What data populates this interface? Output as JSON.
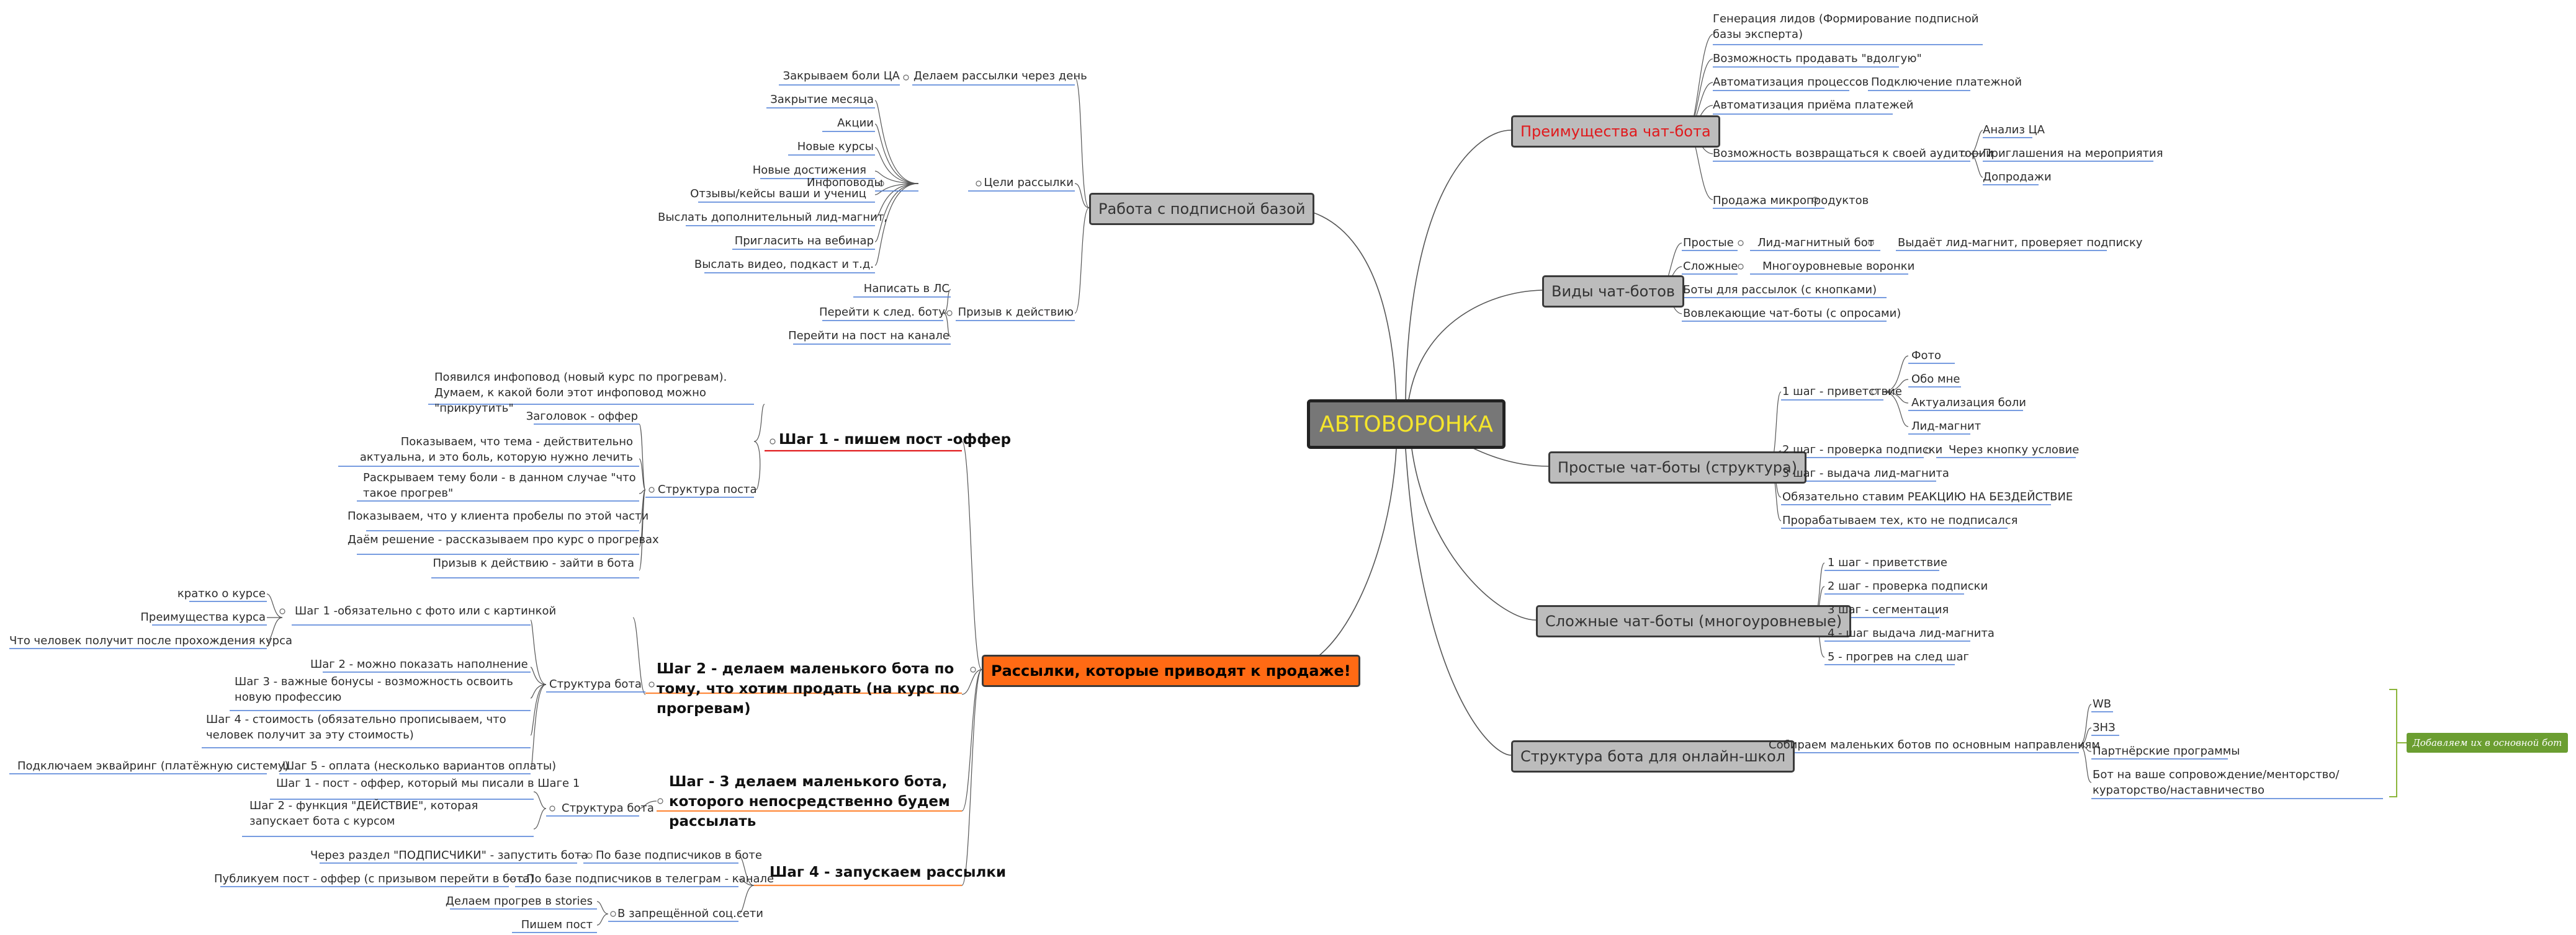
{
  "root": "АВТОВОРОНКА",
  "right": {
    "adv": {
      "title": "Преимущества чат-бота",
      "items": [
        "Генерация лидов (Формирование подписной базы эксперта)",
        "Возможность продавать \"вдолгую\"",
        "Автоматизация процессов",
        "Подключение платежной",
        "Автоматизация приёма платежей",
        "Возможность возвращаться к своей аудитории",
        "Анализ ЦА",
        "Приглашения на мероприятия",
        "Допродажи",
        "Продажа микропродуктов"
      ]
    },
    "kinds": {
      "title": "Виды чат-ботов",
      "items": [
        "Простые",
        "Лид-магнитный бот",
        "Выдаёт лид-магнит, проверяет подписку",
        "Сложные",
        "Многоуровневые воронки",
        "Боты для рассылок (с кнопками)",
        "Вовлекающие чат-боты (с опросами)"
      ]
    },
    "simple": {
      "title": "Простые чат-боты (структура)",
      "items": [
        "1 шаг - приветствие",
        "Фото",
        "Обо мне",
        "Актуализация боли",
        "Лид-магнит",
        "2 шаг - проверка подписки",
        "Через кнопку условие",
        "3 шаг - выдача лид-магнита",
        "Обязательно ставим РЕАКЦИЮ НА БЕЗДЕЙСТВИЕ",
        "Прорабатываем тех, кто не подписался"
      ]
    },
    "complex": {
      "title": "Сложные чат-боты (многоуровневые)",
      "items": [
        "1 шаг - приветствие",
        "2 шаг - проверка подписки",
        "3 шаг - сегментация",
        "4 - шаг выдача лид-магнита",
        "5 - прогрев на след шаг"
      ]
    },
    "school": {
      "title": "Структура бота для онлайн-школ",
      "items": [
        "Собираем маленьких ботов по основным направлениям",
        "WB",
        "ЗНЗ",
        "Партнёрские программы",
        "Бот на ваше сопровождение/менторство/кураторство/наставничество"
      ],
      "tag": "Добавляем их в основной бот"
    }
  },
  "left": {
    "base": {
      "title": "Работа с подписной базой",
      "items": [
        "Делаем рассылки через день",
        "Закрываем боли ЦА",
        "Цели рассылки",
        "Инфоповоды",
        "Закрытие месяца",
        "Акции",
        "Новые курсы",
        "Новые достижения",
        "Отзывы/кейсы ваши и учениц",
        "Выслать дополнительный лид-магнит,",
        "Пригласить на вебинар",
        "Выслать видео, подкаст и т.д.",
        "Призыв к действию",
        "Написать в ЛС",
        "Перейти к след. боту",
        "Перейти на пост на канале"
      ]
    },
    "sales": {
      "title": "Рассылки, которые приводят к продаже!",
      "step1": {
        "title": "Шаг 1 - пишем пост -оффер",
        "items": [
          "Появился инфоповод (новый курс по прогревам). Думаем, к какой боли этот инфоповод можно \"прикрутить\"",
          "Структура поста",
          "Заголовок - оффер",
          "Показываем, что тема - действительно актуальна, и это боль, которую нужно лечить",
          "Раскрываем тему боли - в данном случае \"что такое прогрев\"",
          "Показываем, что у клиента пробелы по этой части",
          "Даём решение - рассказываем про курс о прогревах",
          "Призыв к действию - зайти в бота"
        ]
      },
      "step2": {
        "title": "Шаг 2 - делаем маленького бота по тому, что хотим продать (на курс по прогревам)",
        "items": [
          "Структура бота",
          "Шаг 1 -обязательно с фото или с картинкой",
          "кратко о курсе",
          "Преимущества курса",
          "Что человек получит после прохождения курса",
          "Шаг 2 - можно показать наполнение",
          "Шаг 3 - важные бонусы - возможность освоить новую профессию",
          "Шаг 4  - стоимость (обязательно прописываем, что человек получит за эту стоимость)",
          "Шаг 5 - оплата (несколько вариантов оплаты)",
          "Подключаем эквайринг (платёжную систему)"
        ]
      },
      "step3": {
        "title": "Шаг - 3 делаем маленького бота, которого непосредственно будем рассылать",
        "items": [
          "Структура бота",
          "Шаг 1 - пост - оффер, который мы писали в Шаге 1",
          "Шаг 2 - функция \"ДЕЙСТВИЕ\", которая запускает бота с курсом"
        ]
      },
      "step4": {
        "title": "Шаг 4 - запускаем рассылки",
        "items": [
          "По базе подписчиков в боте",
          "Через раздел \"ПОДПИСЧИКИ\" - запустить бота",
          "По базе подписчиков в телеграм - канале",
          "Публикуем пост - оффер (с призывом перейти в бота)",
          "В запрещённой соц.сети",
          "Делаем прогрев в stories",
          "Пишем пост"
        ]
      }
    }
  },
  "colors": {
    "underline_right": "#4a7cd6",
    "underline_left": "#4a7cd6",
    "step_underline": "#e0191c",
    "step_underline_orange": "#ff8a3c",
    "bracket": "#8bb53a",
    "tag": "#6b9e31",
    "root_text": "#f5e52c"
  }
}
